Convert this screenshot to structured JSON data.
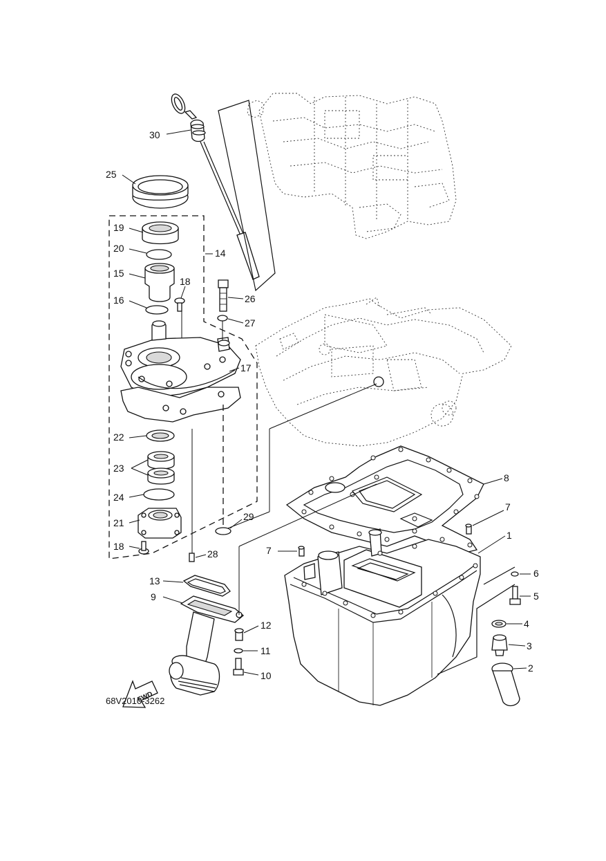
{
  "diagram": {
    "code": "68V2010-3262",
    "fwd_label": "FWD",
    "callouts": {
      "c1": "1",
      "c2": "2",
      "c3": "3",
      "c4": "4",
      "c5": "5",
      "c6": "6",
      "c7a": "7",
      "c7b": "7",
      "c8": "8",
      "c9": "9",
      "c10": "10",
      "c11": "11",
      "c12": "12",
      "c13": "13",
      "c14": "14",
      "c15": "15",
      "c16": "16",
      "c17": "17",
      "c18a": "18",
      "c18b": "18",
      "c19": "19",
      "c20": "20",
      "c21": "21",
      "c22": "22",
      "c23": "23",
      "c24": "24",
      "c25": "25",
      "c26": "26",
      "c27": "27",
      "c28": "28",
      "c29": "29",
      "c30": "30"
    }
  }
}
